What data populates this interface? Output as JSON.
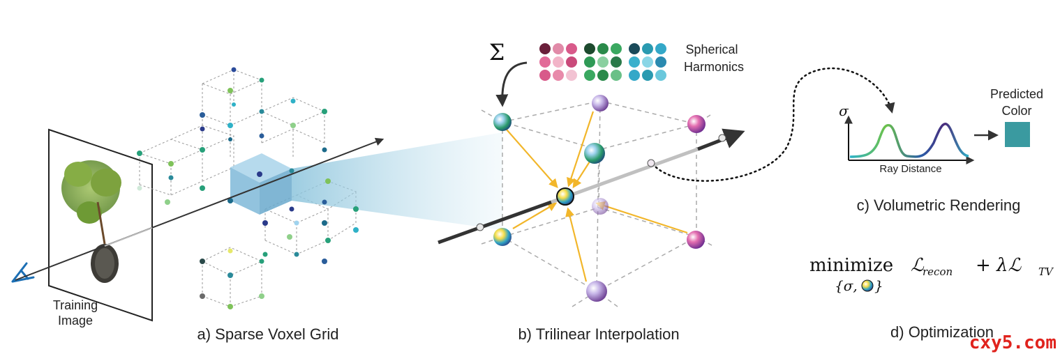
{
  "panels": {
    "a": {
      "caption": "a) Sparse Voxel Grid",
      "training_label_line1": "Training",
      "training_label_line2": "Image"
    },
    "b": {
      "caption": "b) Trilinear Interpolation",
      "sigma_symbol": "Σ",
      "sh_label_line1": "Spherical",
      "sh_label_line2": "Harmonics"
    },
    "c": {
      "caption": "c) Volumetric Rendering",
      "axis_symbol": "σ",
      "xlabel": "Ray Distance",
      "pred_line1": "Predicted",
      "pred_line2": "Color",
      "pred_color": "#3a9aa0"
    },
    "d": {
      "caption": "d) Optimization",
      "minimize": "minimize",
      "loss_recon": "ℒ",
      "loss_recon_sub": "recon",
      "plus_lambda": "+ λℒ",
      "loss_tv_sub": "TV",
      "sub_open": "{σ,",
      "sub_close": "}"
    }
  },
  "watermark": "cxy5.com",
  "colors": {
    "accent_yellow": "#f2b62a",
    "ray": "#333333",
    "voxel_blue": "#7fb8d8",
    "camera_blue": "#1c6fb4",
    "watermark": "#e0231d"
  },
  "icons": [
    "camera-frustum-icon",
    "sh-sphere-icon",
    "summation-icon"
  ]
}
